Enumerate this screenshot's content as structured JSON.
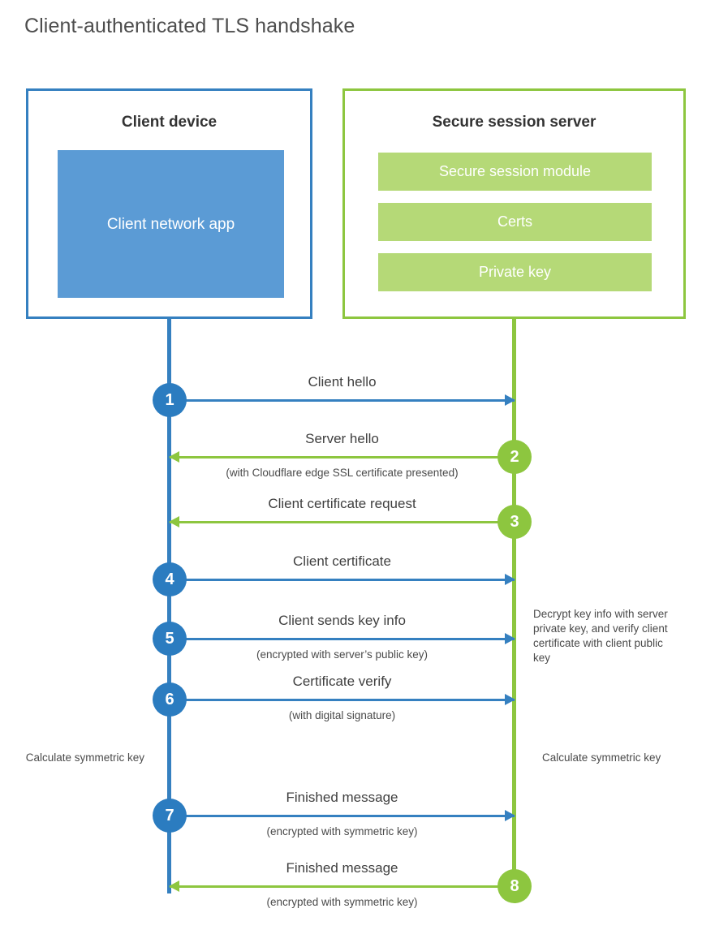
{
  "title": "Client-authenticated TLS handshake",
  "colors": {
    "client_blue": "#3580c0",
    "client_app_fill": "#5b9bd5",
    "server_green": "#8dc63f",
    "server_bar_fill": "#b5d977",
    "step_blue": "#2b7cc0",
    "text": "#4d4d4d"
  },
  "client": {
    "title": "Client device",
    "app_label": "Client network app"
  },
  "server": {
    "title": "Secure session server",
    "bars": [
      {
        "label": "Secure session module"
      },
      {
        "label": "Certs"
      },
      {
        "label": "Private key"
      }
    ]
  },
  "notes": {
    "server_decrypt": "Decrypt key info with server private key, and verify client certificate with client public key",
    "client_calculate": "Calculate symmetric key",
    "server_calculate": "Calculate symmetric key"
  },
  "steps": [
    {
      "number": "1",
      "label": "Client hello",
      "sublabel": "",
      "direction": "client-to-server",
      "color": "blue"
    },
    {
      "number": "2",
      "label": "Server hello",
      "sublabel": "(with Cloudflare edge SSL certificate presented)",
      "direction": "server-to-client",
      "color": "green"
    },
    {
      "number": "3",
      "label": "Client certificate request",
      "sublabel": "",
      "direction": "server-to-client",
      "color": "green"
    },
    {
      "number": "4",
      "label": "Client certificate",
      "sublabel": "",
      "direction": "client-to-server",
      "color": "blue"
    },
    {
      "number": "5",
      "label": "Client sends key info",
      "sublabel": "(encrypted with server’s public key)",
      "direction": "client-to-server",
      "color": "blue"
    },
    {
      "number": "6",
      "label": "Certificate verify",
      "sublabel": "(with digital signature)",
      "direction": "client-to-server",
      "color": "blue"
    },
    {
      "number": "7",
      "label": "Finished message",
      "sublabel": "(encrypted with symmetric key)",
      "direction": "client-to-server",
      "color": "blue"
    },
    {
      "number": "8",
      "label": "Finished message",
      "sublabel": "(encrypted with symmetric key)",
      "direction": "server-to-client",
      "color": "green"
    }
  ]
}
